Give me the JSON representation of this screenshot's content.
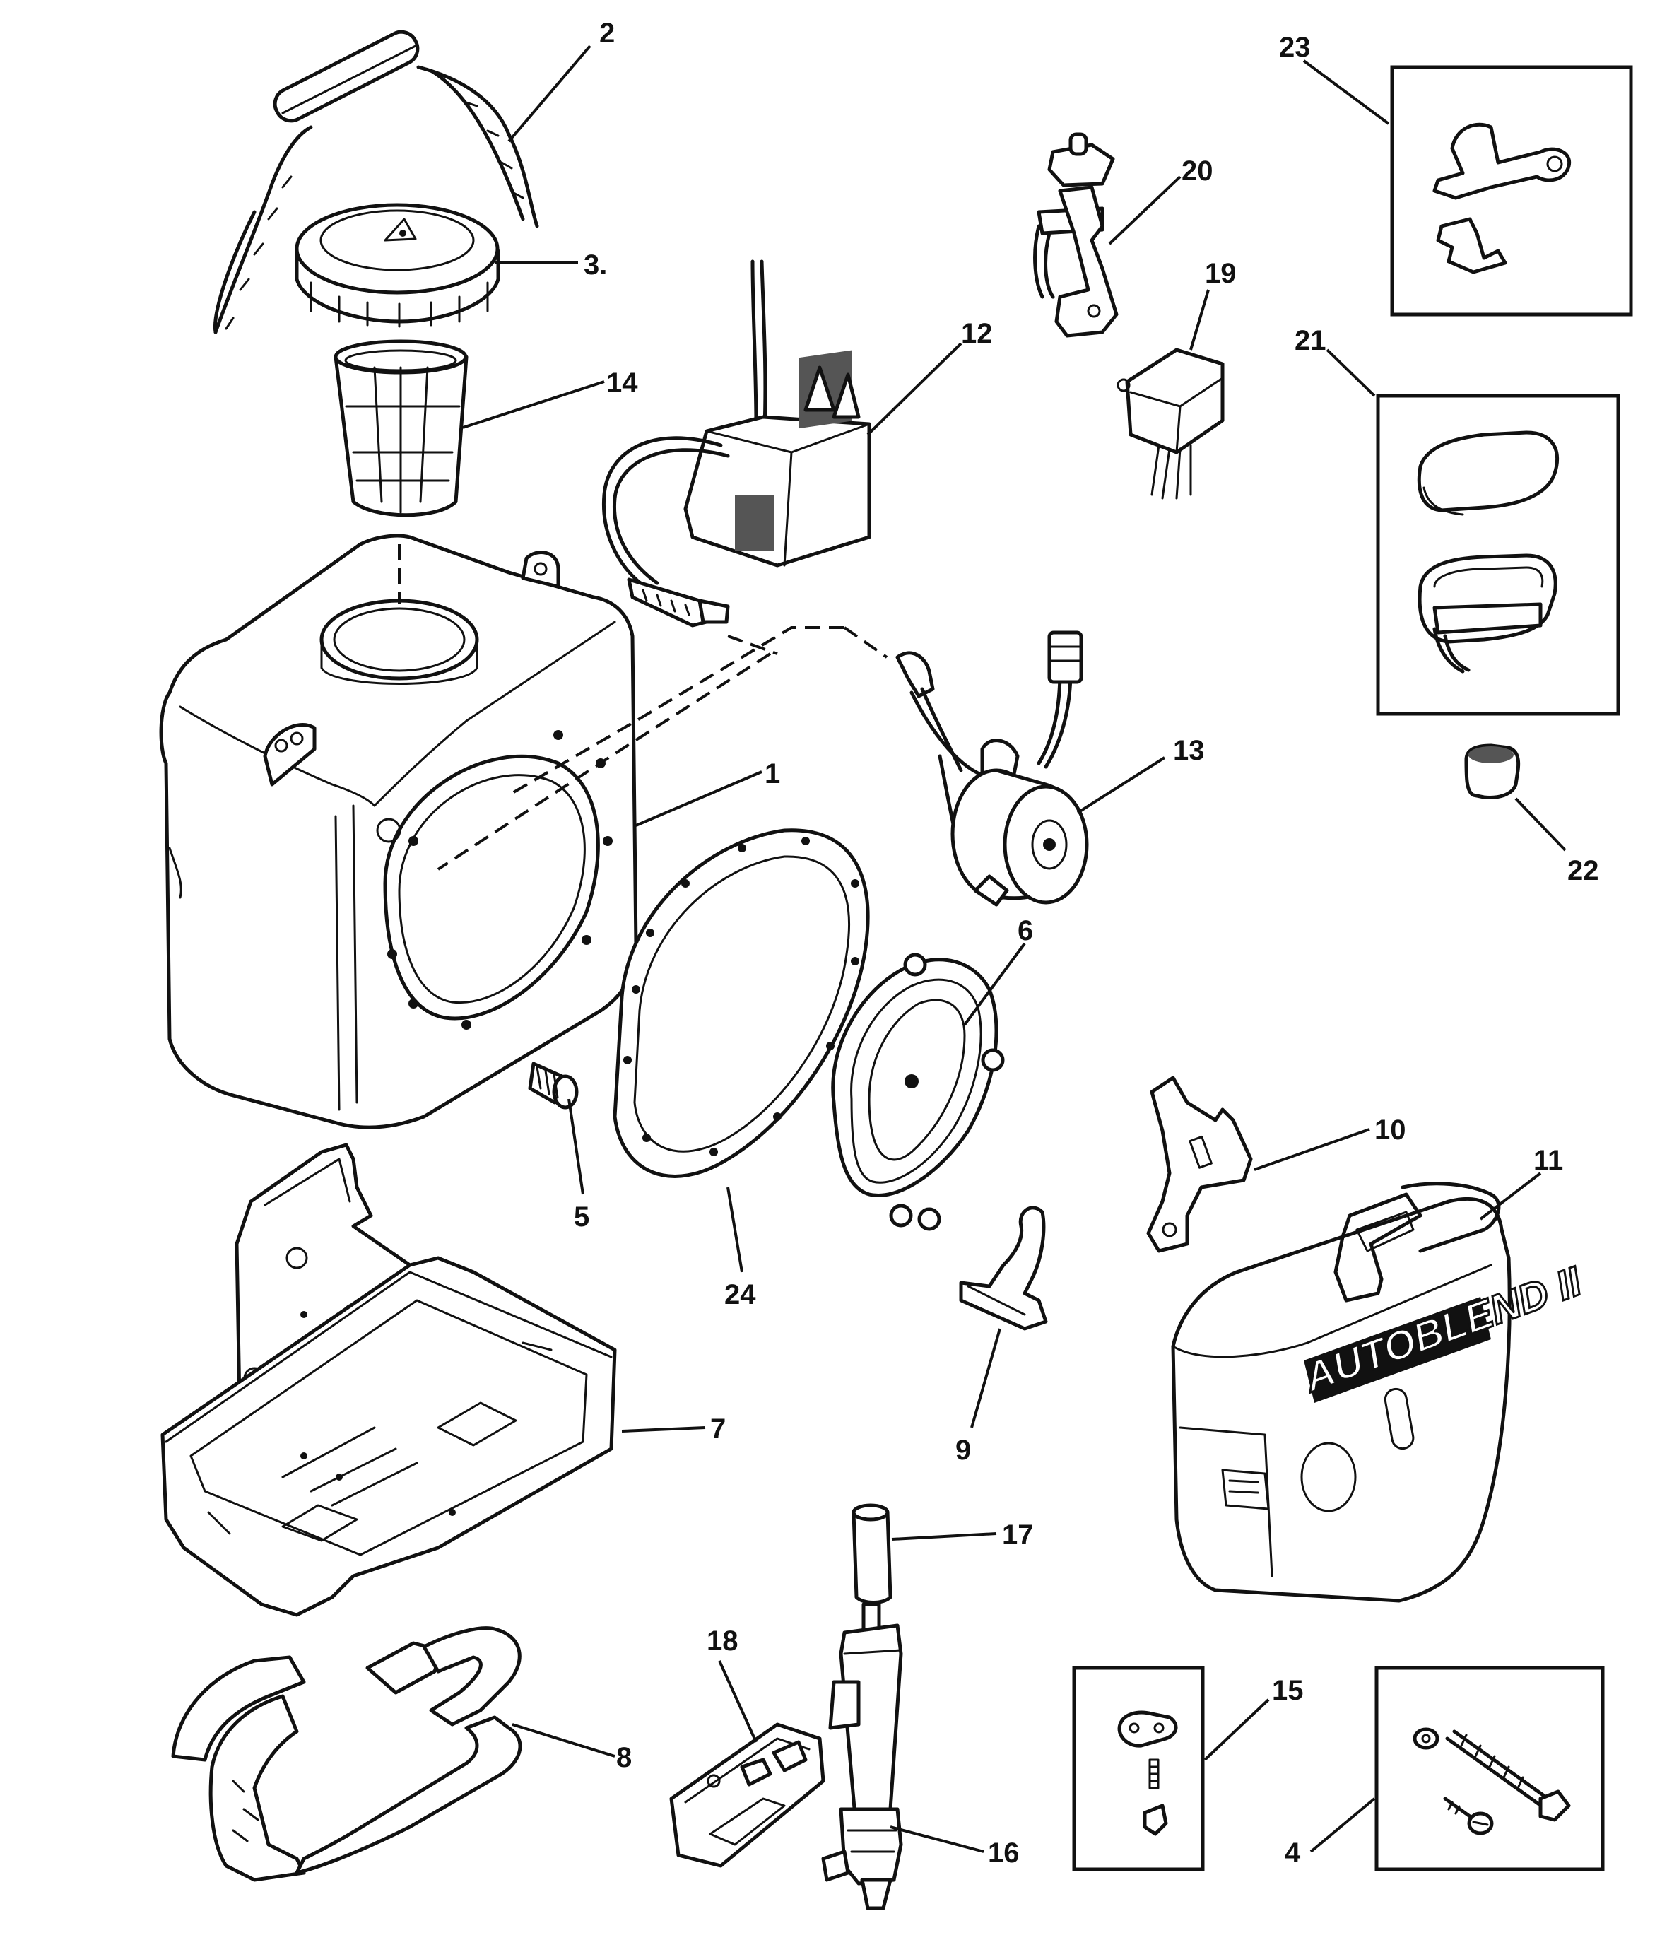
{
  "diagram": {
    "logo_text": "AUTOBLEND II",
    "parts": [
      {
        "key": "p1",
        "label": "1",
        "name": "oil tank"
      },
      {
        "key": "p2",
        "label": "2",
        "name": "tether strap"
      },
      {
        "key": "p3",
        "label": "3.",
        "name": "filler cap"
      },
      {
        "key": "p4",
        "label": "4",
        "name": "screw and washer kit"
      },
      {
        "key": "p5",
        "label": "5",
        "name": "screw"
      },
      {
        "key": "p6",
        "label": "6",
        "name": "pump diaphragm"
      },
      {
        "key": "p7",
        "label": "7",
        "name": "tank tray"
      },
      {
        "key": "p8",
        "label": "8",
        "name": "hold-down strap"
      },
      {
        "key": "p9",
        "label": "9",
        "name": "clip"
      },
      {
        "key": "p10",
        "label": "10",
        "name": "bracket"
      },
      {
        "key": "p11",
        "label": "11",
        "name": "cover"
      },
      {
        "key": "p12",
        "label": "12",
        "name": "sender unit"
      },
      {
        "key": "p13",
        "label": "13",
        "name": "pump motor"
      },
      {
        "key": "p14",
        "label": "14",
        "name": "filler screen"
      },
      {
        "key": "p15",
        "label": "15",
        "name": "retainer kit"
      },
      {
        "key": "p16",
        "label": "16",
        "name": "outlet fitting"
      },
      {
        "key": "p17",
        "label": "17",
        "name": "sleeve"
      },
      {
        "key": "p18",
        "label": "18",
        "name": "retainer plate"
      },
      {
        "key": "p19",
        "label": "19",
        "name": "relay"
      },
      {
        "key": "p20",
        "label": "20",
        "name": "switch bracket"
      },
      {
        "key": "p21",
        "label": "21",
        "name": "warning light kit"
      },
      {
        "key": "p22",
        "label": "22",
        "name": "plug"
      },
      {
        "key": "p23",
        "label": "23",
        "name": "bracket kit"
      },
      {
        "key": "p24",
        "label": "24",
        "name": "gasket"
      }
    ]
  }
}
